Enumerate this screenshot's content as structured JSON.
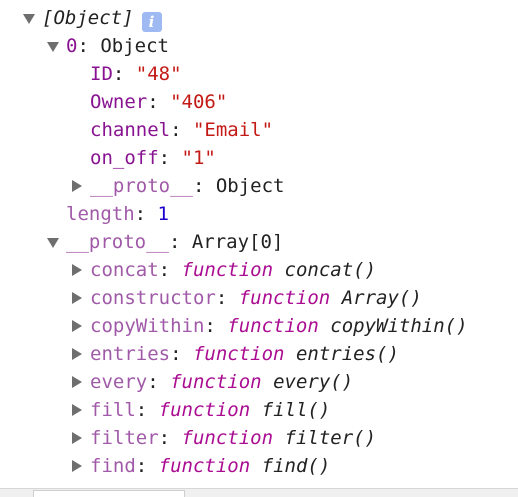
{
  "root": {
    "label": "[Object]",
    "info_icon_glyph": "i"
  },
  "item0": {
    "index": "0",
    "sep": ": ",
    "type": "Object",
    "props": [
      {
        "key": "ID",
        "value": "\"48\""
      },
      {
        "key": "Owner",
        "value": "\"406\""
      },
      {
        "key": "channel",
        "value": "\"Email\""
      },
      {
        "key": "on_off",
        "value": "\"1\""
      }
    ],
    "proto_key": "__proto__",
    "proto_value": "Object"
  },
  "length": {
    "key": "length",
    "value": "1"
  },
  "array_proto": {
    "key": "__proto__",
    "value": "Array[0]",
    "function_keyword": "function",
    "methods": [
      {
        "key": "concat",
        "fn": "concat()"
      },
      {
        "key": "constructor",
        "fn": "Array()"
      },
      {
        "key": "copyWithin",
        "fn": "copyWithin()"
      },
      {
        "key": "entries",
        "fn": "entries()"
      },
      {
        "key": "every",
        "fn": "every()"
      },
      {
        "key": "fill",
        "fn": "fill()"
      },
      {
        "key": "filter",
        "fn": "filter()"
      },
      {
        "key": "find",
        "fn": "find()"
      }
    ]
  },
  "colors": {
    "key": "#881391",
    "string": "#c41a16",
    "number": "#1c00cf",
    "function_keyword": "#aa0d91",
    "triangle": "#6e6e6e",
    "info_icon": "#9fb9f3"
  }
}
